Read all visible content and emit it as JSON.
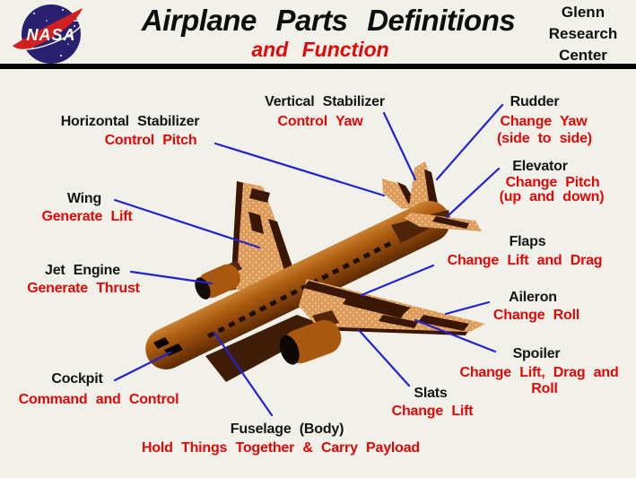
{
  "header": {
    "logo_text": "NASA",
    "title": "Airplane Parts Definitions",
    "subtitle": "and Function",
    "org_lines": [
      "Glenn",
      "Research",
      "Center"
    ]
  },
  "colors": {
    "background": "#F1F0E9",
    "label_black": "#141414",
    "label_red": "#E30808",
    "leader_line_blue": "#2222D0",
    "divider_black": "#000000",
    "wing_tan": "#DE9C5C",
    "wing_stipple": "#F7DCA8",
    "fuselage_brown": "#A9590F",
    "control_surface_dark": "#3A1605",
    "nasa_logo_blue": "#2A2070",
    "nasa_logo_red": "#D21F1F"
  },
  "parts": [
    {
      "part": "Horizontal Stabilizer",
      "function_lines": [
        "Control Pitch"
      ]
    },
    {
      "part": "Vertical Stabilizer",
      "function_lines": [
        "Control Yaw"
      ]
    },
    {
      "part": "Rudder",
      "function_lines": [
        "Change Yaw",
        "(side to side)"
      ]
    },
    {
      "part": "Elevator",
      "function_lines": [
        "Change Pitch",
        "(up and down)"
      ]
    },
    {
      "part": "Wing",
      "function_lines": [
        "Generate Lift"
      ]
    },
    {
      "part": "Jet Engine",
      "function_lines": [
        "Generate Thrust"
      ]
    },
    {
      "part": "Flaps",
      "function_lines": [
        "Change Lift and Drag"
      ]
    },
    {
      "part": "Aileron",
      "function_lines": [
        "Change Roll"
      ]
    },
    {
      "part": "Spoiler",
      "function_lines": [
        "Change Lift, Drag and",
        "Roll"
      ]
    },
    {
      "part": "Slats",
      "function_lines": [
        "Change Lift"
      ]
    },
    {
      "part": "Cockpit",
      "function_lines": [
        "Command and Control"
      ]
    },
    {
      "part": "Fuselage (Body)",
      "function_lines": [
        "Hold Things Together & Carry Payload"
      ]
    }
  ]
}
